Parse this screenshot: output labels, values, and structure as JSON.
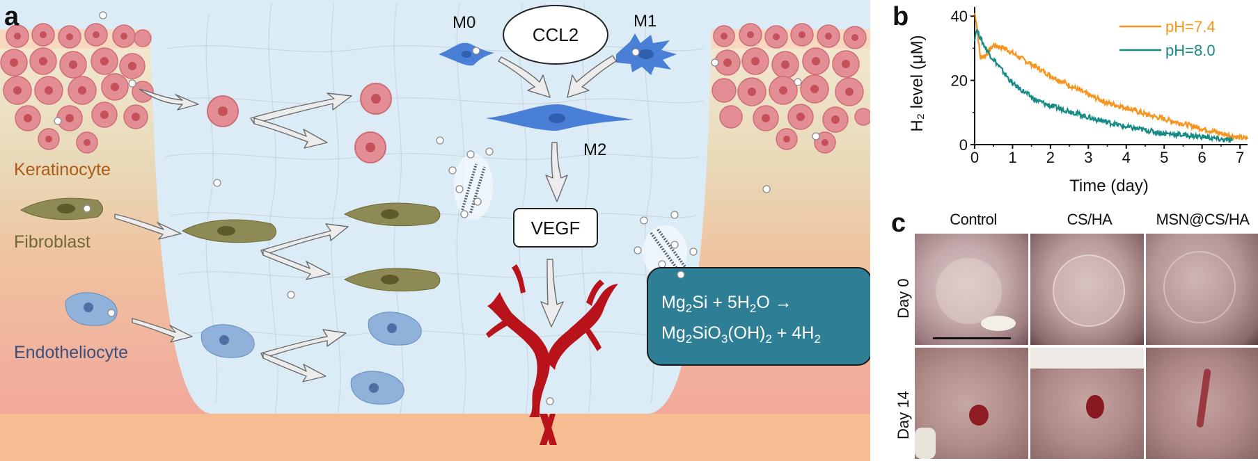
{
  "panel_a": {
    "letter": "a",
    "macrophages": {
      "m0": "M0",
      "m1": "M1",
      "m2": "M2"
    },
    "ccl2": "CCL2",
    "vegf": "VEGF",
    "cells": {
      "keratinocyte": "Keratinocyte",
      "fibroblast": "Fibroblast",
      "endotheliocyte": "Endotheliocyte"
    },
    "reaction": {
      "line1": {
        "a": "Mg",
        "b": "2",
        "c": "Si + 5H",
        "d": "2",
        "e": "O →"
      },
      "line2": {
        "a": "Mg",
        "b": "2",
        "c": "SiO",
        "d": "3",
        "e": "(OH)",
        "f": "2",
        "g": " + 4H",
        "h": "2"
      }
    },
    "colors": {
      "hydrogel": "#dcecf7",
      "skin_bottom": "#f6bd92",
      "keratinocyte": "#e38d94",
      "fibroblast": "#8e8a55",
      "endotheliocyte": "#8fb1da",
      "macrophage": "#4a7fd8",
      "vessel": "#b8131a",
      "reaction_box": "#2e7f95",
      "label_keratinocyte": "#b05a17",
      "label_fibroblast": "#6f6a32",
      "label_endotheliocyte": "#3b4f7c"
    }
  },
  "panel_b": {
    "letter": "b"
  },
  "panel_c": {
    "letter": "c",
    "columns": [
      "Control",
      "CS/HA",
      "MSN@CS/HA"
    ],
    "rows": [
      "Day 0",
      "Day 14"
    ]
  },
  "chart_data": {
    "type": "line",
    "xlabel": "Time (day)",
    "ylabel": "H₂ level (μM)",
    "xlim": [
      0,
      7.2
    ],
    "ylim": [
      0,
      42
    ],
    "xticks": [
      "0",
      "1",
      "2",
      "3",
      "4",
      "5",
      "6",
      "7"
    ],
    "yticks": [
      "0",
      "20",
      "40"
    ],
    "legend_position": "top-right",
    "series": [
      {
        "name": "pH=7.4",
        "color": "#f7941d",
        "x": [
          0,
          0.05,
          0.15,
          0.3,
          0.5,
          0.8,
          1.0,
          1.5,
          2.0,
          2.5,
          3.0,
          3.5,
          4.0,
          4.5,
          5.0,
          5.5,
          6.0,
          6.5,
          7.0,
          7.2
        ],
        "y": [
          41,
          38,
          27,
          28,
          31,
          30,
          28.5,
          25,
          21.5,
          18.5,
          15.5,
          13,
          11.5,
          9.5,
          8,
          6.5,
          5,
          3.5,
          2.2,
          1.8
        ]
      },
      {
        "name": "pH=8.0",
        "color": "#168b85",
        "x": [
          0,
          0.05,
          0.2,
          0.4,
          0.6,
          0.8,
          1.0,
          1.3,
          1.6,
          2.0,
          2.5,
          3.0,
          3.5,
          4.0,
          4.5,
          5.0,
          5.5,
          6.0,
          6.5,
          6.8
        ],
        "y": [
          33,
          36,
          32,
          28,
          25,
          22,
          19,
          16.5,
          14,
          12,
          10.5,
          8.5,
          7,
          5.5,
          4.5,
          3.5,
          3,
          2.5,
          1.6,
          1.2
        ]
      }
    ]
  }
}
